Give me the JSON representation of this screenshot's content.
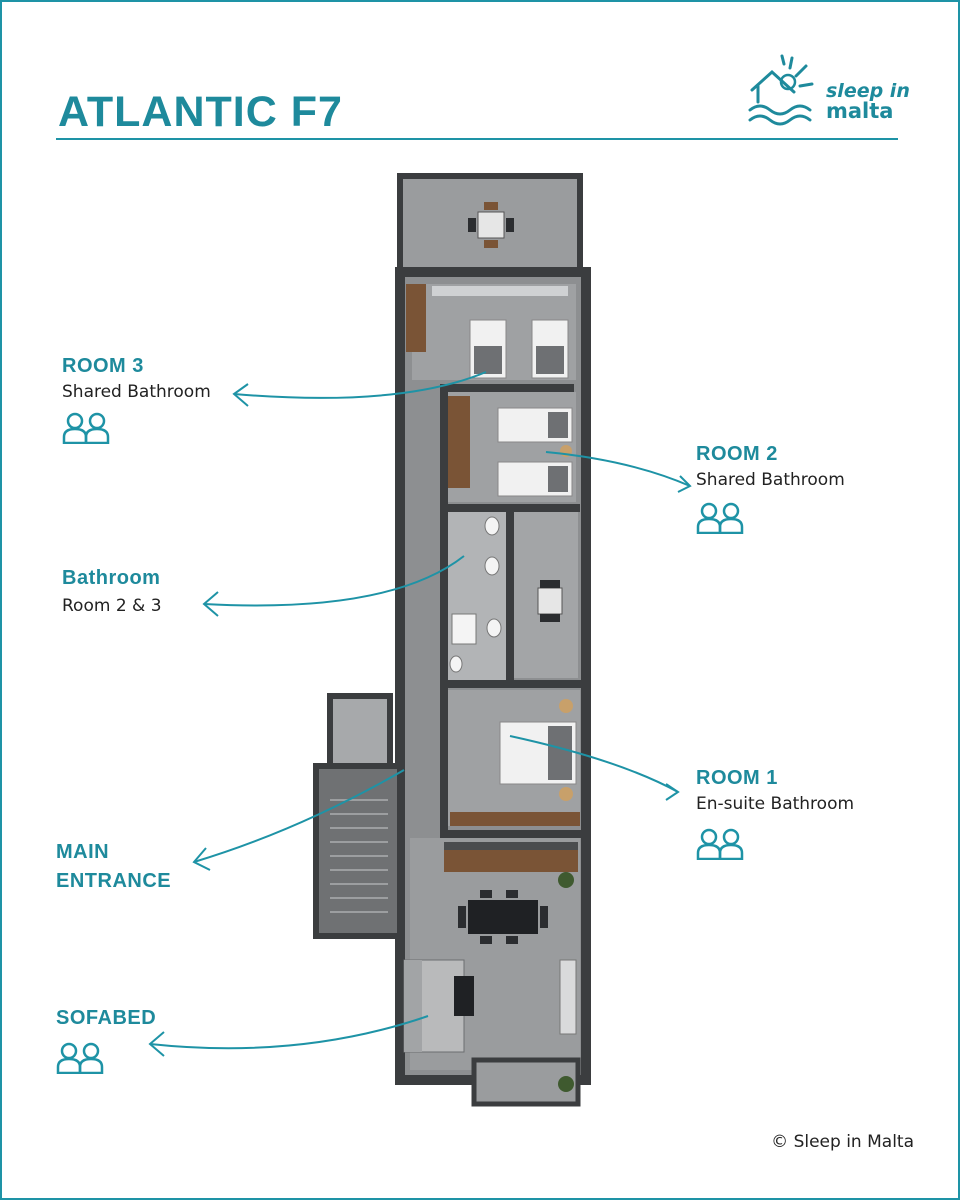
{
  "title": "ATLANTIC F7",
  "logo": {
    "line1": "sleep in",
    "line2": "malta"
  },
  "rooms": [
    {
      "id": "room3",
      "label": "ROOM 3",
      "detail": "Shared Bathroom",
      "icon": "two-guests-icon"
    },
    {
      "id": "room2",
      "label": "ROOM 2",
      "detail": "Shared Bathroom",
      "icon": "two-guests-icon"
    },
    {
      "id": "bathroom",
      "label": "Bathroom",
      "detail": "Room 2 & 3"
    },
    {
      "id": "room1",
      "label": "ROOM 1",
      "detail": "En-suite Bathroom",
      "icon": "two-guests-icon"
    },
    {
      "id": "entrance",
      "label_line1": "MAIN",
      "label_line2": "ENTRANCE"
    },
    {
      "id": "sofabed",
      "label": "SOFABED",
      "icon": "two-guests-icon"
    }
  ],
  "copyright": "© Sleep in Malta",
  "colors": {
    "accent": "#1e8a9c",
    "floor": "#8d8f91",
    "wall": "#3b3d3f",
    "wood": "#7a5436"
  }
}
